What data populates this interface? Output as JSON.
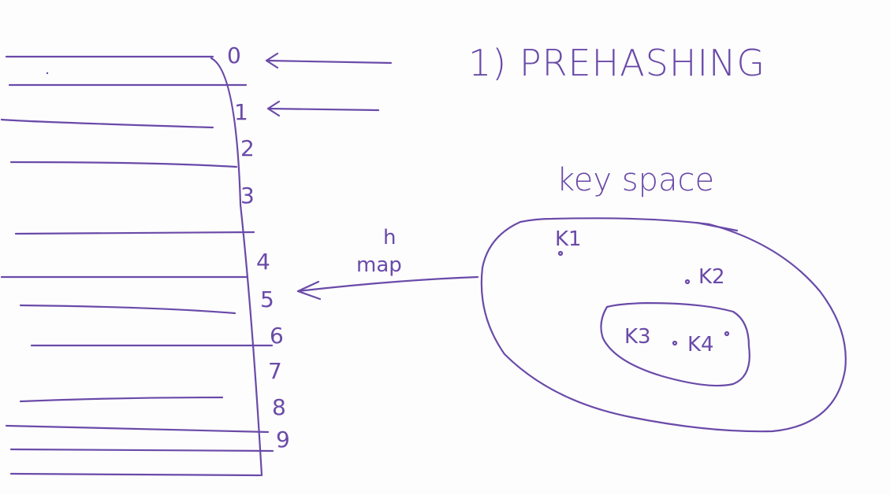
{
  "title": "1) PREHASHING",
  "key_space_label": "key space",
  "arrow_label_top": "h",
  "arrow_label_bottom": "map",
  "table_indices": [
    "0",
    "1",
    "2",
    "3",
    "4",
    "5",
    "6",
    "7",
    "8",
    "9"
  ],
  "keys": [
    "K1",
    "K2",
    "K3",
    "K4"
  ],
  "ink_color": "#6a4aa8"
}
